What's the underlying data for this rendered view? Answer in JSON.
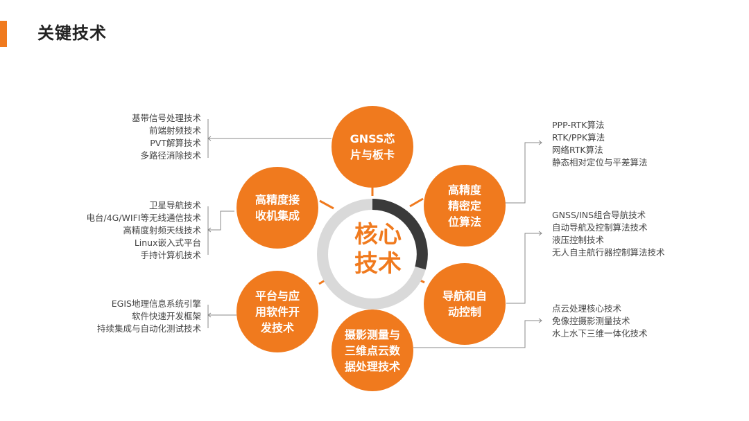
{
  "page": {
    "title": "关键技术"
  },
  "core": {
    "label": "核心\n技术"
  },
  "nodes": [
    {
      "id": "gnss",
      "label": "GNSS芯\n片与板卡"
    },
    {
      "id": "precise",
      "label": "高精度\n精密定\n位算法"
    },
    {
      "id": "nav",
      "label": "导航和自\n动控制"
    },
    {
      "id": "photo",
      "label": "摄影测量与\n三维点云数\n据处理技术"
    },
    {
      "id": "platform",
      "label": "平台与应\n用软件开\n发技术"
    },
    {
      "id": "receiver",
      "label": "高精度接\n收机集成"
    }
  ],
  "lists": {
    "gnss": [
      "基带信号处理技术",
      "前端射频技术",
      "PVT解算技术",
      "多路径消除技术"
    ],
    "precise": [
      "PPP-RTK算法",
      "RTK/PPK算法",
      "网络RTK算法",
      "静态相对定位与平差算法"
    ],
    "nav": [
      "GNSS/INS组合导航技术",
      "自动导航及控制算法技术",
      "液压控制技术",
      "无人自主航行器控制算法技术"
    ],
    "photo": [
      "点云处理核心技术",
      "免像控摄影测量技术",
      "水上水下三维一体化技术"
    ],
    "platform": [
      "EGIS地理信息系统引擎",
      "软件快速开发框架",
      "持续集成与自动化测试技术"
    ],
    "receiver": [
      "卫星导航技术",
      "电台/4G/WIFI等无线通信技术",
      "高精度射频天线技术",
      "Linux嵌入式平台",
      "手持计算机技术"
    ]
  },
  "colors": {
    "accent": "#F07A1E",
    "ring": "#D9D9D9",
    "ring_highlight": "#3A3A3A",
    "connector": "#888888",
    "text": "#444444"
  }
}
